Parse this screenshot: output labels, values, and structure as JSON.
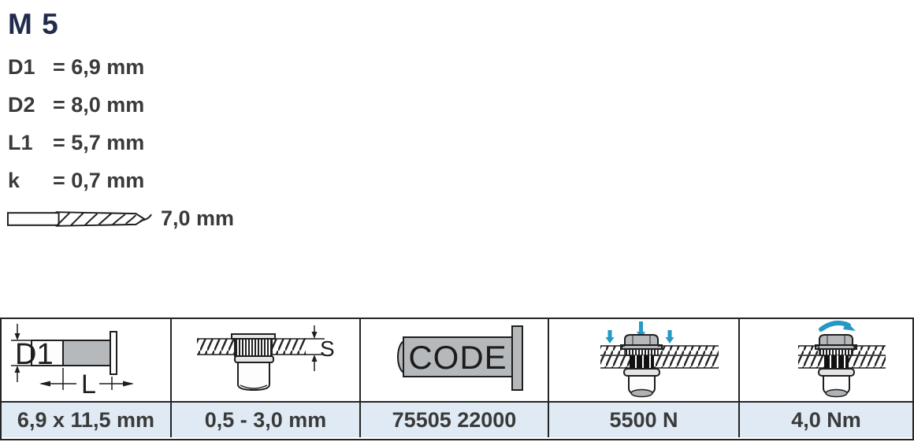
{
  "theme": {
    "accent-blue": "#2599c6",
    "value-row-bg": "#dfeaf4",
    "border-color": "#242424",
    "title-color": "#212c4d",
    "text-color": "#3a3a3a",
    "metal-gray": "#b5b9bc"
  },
  "header": {
    "title": "M 5"
  },
  "specs": {
    "rows": [
      {
        "label": "D1",
        "value": "= 6,9 mm"
      },
      {
        "label": "D2",
        "value": "= 8,0 mm"
      },
      {
        "label": "L1",
        "value": "= 5,7 mm"
      },
      {
        "label": "k",
        "value": "= 0,7 mm"
      }
    ],
    "drill_size": "7,0 mm"
  },
  "table": {
    "columns": [
      {
        "icon": "rivet-dimensions-diagram",
        "dim_labels": {
          "d1": "D1",
          "l": "L"
        },
        "value": "6,9 x 11,5 mm"
      },
      {
        "icon": "grip-range-diagram",
        "dim_labels": {
          "s": "S"
        },
        "value": "0,5 - 3,0 mm"
      },
      {
        "icon": "article-code-diagram",
        "code_label": "CODE",
        "value": "75505 22000"
      },
      {
        "icon": "pull-out-force-diagram",
        "value": "5500 N"
      },
      {
        "icon": "max-torque-diagram",
        "value": "4,0 Nm"
      }
    ]
  }
}
